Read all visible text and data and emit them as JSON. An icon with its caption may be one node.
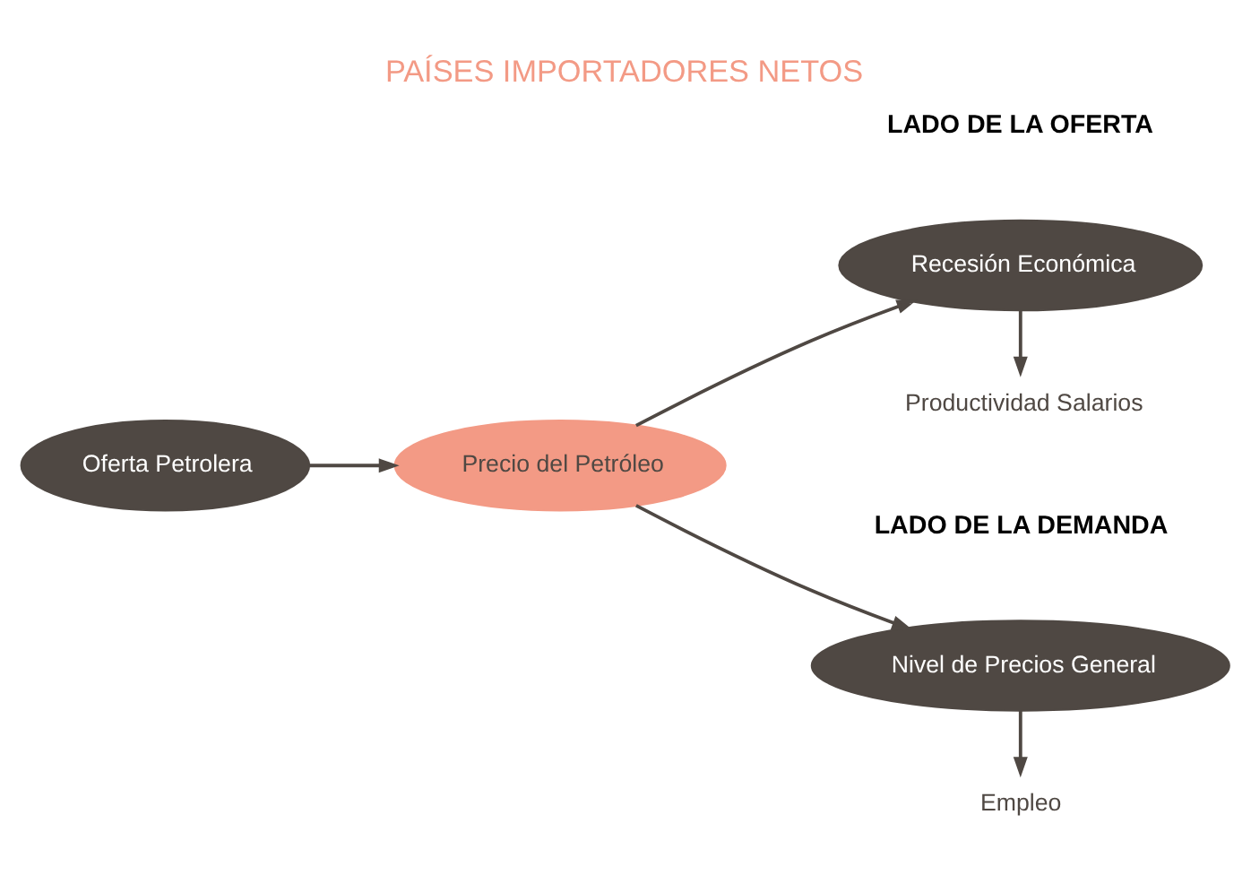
{
  "diagram": {
    "title": "PAÍSES IMPORTADORES NETOS",
    "nodes": [
      {
        "text": [
          "Oferta Petrolera"
        ]
      },
      {
        "text": [
          "Precio del Petróleo"
        ]
      },
      {
        "text": [
          "Recesión Económica"
        ]
      },
      {
        "text": [
          "Productividad Salarios"
        ]
      },
      {
        "text": [
          "Nivel de Precios General"
        ]
      },
      {
        "text": [
          "Empleo"
        ]
      }
    ],
    "edges": [
      {
        "from": 0,
        "to": 1,
        "arrow": "to"
      },
      {
        "from": 1,
        "to": 2,
        "arrow": "to"
      },
      {
        "from": 1,
        "to": 4,
        "arrow": "to"
      },
      {
        "from": 2,
        "to": 3,
        "arrow": "to"
      },
      {
        "from": 4,
        "to": 5,
        "arrow": "to"
      }
    ],
    "labels": [
      "LADO DE LA OFERTA",
      "LADO DE LA DEMANDA"
    ]
  }
}
